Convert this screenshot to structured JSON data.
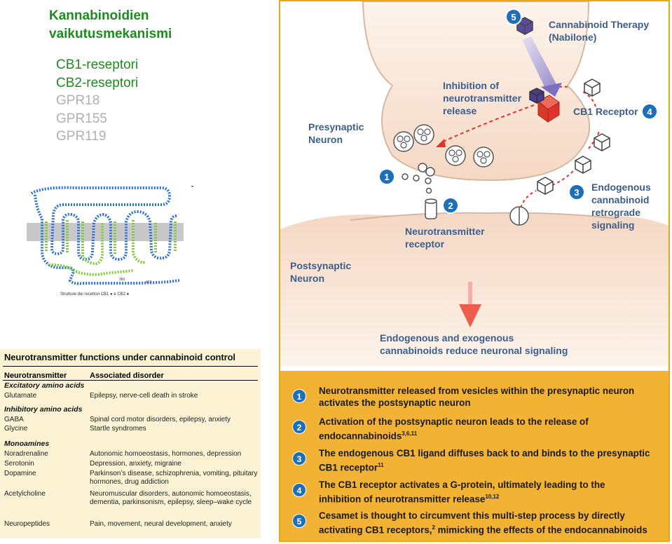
{
  "title": {
    "line1": "Kannabinoidien",
    "line2": "vaikutusmekanismi"
  },
  "receptors": [
    "CB1-reseptori",
    "CB2-reseptori",
    "GPR18",
    "GPR155",
    "GPR119"
  ],
  "protein_figure": {
    "caption": "Strutture dei recettori CB1 ● e CB2 ●",
    "label_a": "360",
    "label_b": "472"
  },
  "nt_table": {
    "title": "Neurotransmitter functions under cannabinoid control",
    "headers": [
      "Neurotransmitter",
      "Associated disorder"
    ],
    "groups": [
      {
        "category": "Excitatory amino acids",
        "rows": [
          [
            "Glutamate",
            "Epilepsy, nerve-cell death in stroke"
          ]
        ]
      },
      {
        "category": "Inhibitory amino acids",
        "rows": [
          [
            "GABA",
            "Spinal cord motor disorders, epilepsy, anxiety"
          ],
          [
            "Glycine",
            "Startle syndromes"
          ]
        ]
      },
      {
        "category": "Monoamines",
        "rows": [
          [
            "Noradrenaline",
            "Autonomic homoeostasis, hormones, depression"
          ],
          [
            "Serotonin",
            "Depression, anxiety, migraine"
          ],
          [
            "Dopamine",
            "Parkinson’s disease, schizophrenia, vomiting, pituitary hormones, drug addiction"
          ],
          [
            "Acetylcholine",
            "Neuromuscular disorders, autonomic homoeostasis, dementia, parkinsonism, epilepsy, sleep–wake cycle"
          ],
          [
            "Neuropeptides",
            "Pain, movement, neural development, anxiety"
          ]
        ]
      }
    ]
  },
  "diagram": {
    "therapy_line1": "Cannabinoid Therapy",
    "therapy_line2": "(Nabilone)",
    "inhibition_line1": "Inhibition of",
    "inhibition_line2": "neurotransmitter",
    "inhibition_line3": "release",
    "presynaptic_line1": "Presynaptic",
    "presynaptic_line2": "Neuron",
    "cb1_receptor": "CB1 Receptor",
    "receptor_line1": "Neurotransmitter",
    "receptor_line2": "receptor",
    "endogenous_line1": "Endogenous",
    "endogenous_line2": "cannabinoid",
    "endogenous_line3": "retrograde",
    "endogenous_line4": "signaling",
    "postsynaptic_line1": "Postsynaptic",
    "postsynaptic_line2": "Neuron",
    "reduce_line1": "Endogenous and exogenous",
    "reduce_line2": "cannabinoids reduce neuronal signaling",
    "step_numbers": [
      "1",
      "2",
      "3",
      "4",
      "5"
    ]
  },
  "legend": [
    {
      "num": "1",
      "line1": "Neurotransmitter released from vesicles within the presynaptic neuron",
      "line2": "activates the postsynaptic neuron",
      "sup": ""
    },
    {
      "num": "2",
      "line1": "Activation of the postsynaptic neuron leads to the release of",
      "line2": "endocannabinoids",
      "sup": "3,6,11"
    },
    {
      "num": "3",
      "line1": "The endogenous CB1 ligand diffuses back to and binds to the presynaptic",
      "line2": "CB1 receptor",
      "sup": "11"
    },
    {
      "num": "4",
      "line1": "The CB1 receptor activates a G-protein, ultimately leading to the",
      "line2": "inhibition of neurotransmitter release",
      "sup": "10,12"
    },
    {
      "num": "5",
      "line1": "Cesamet is thought to circumvent this multi-step process by directly",
      "line2": "activating CB1 receptors,",
      "sup": "2",
      "line2b": " mimicking the effects of the endocannabinoids"
    }
  ],
  "colors": {
    "title_green": "#1f8a1f",
    "inactive_gray": "#b0b0b0",
    "panel_border": "#e6a817",
    "legend_bg": "#f2b234",
    "step_blue": "#1d70b8",
    "label_blue": "#3b5e8c",
    "arrow_red": "#e0322a"
  }
}
